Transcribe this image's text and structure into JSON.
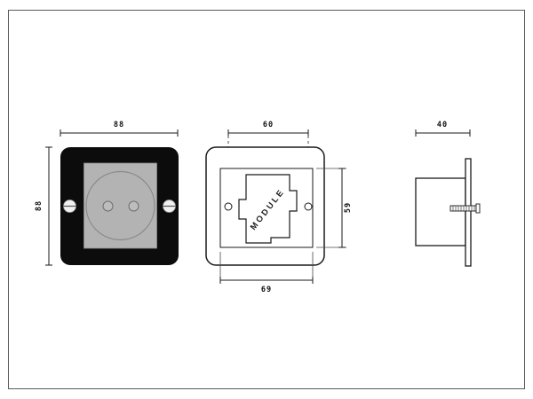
{
  "drawing": {
    "front_view": {
      "width_dim": "88",
      "height_dim": "88"
    },
    "frame_view": {
      "hole_spacing_dim": "60",
      "outer_width_dim": "69",
      "opening_height_dim": "59",
      "module_label": "MODULE"
    },
    "side_view": {
      "depth_dim": "40"
    },
    "colors": {
      "plate_black": "#0c0c0c",
      "inset_gray": "#b3b3b3",
      "line_black": "#1a1a1a"
    }
  }
}
